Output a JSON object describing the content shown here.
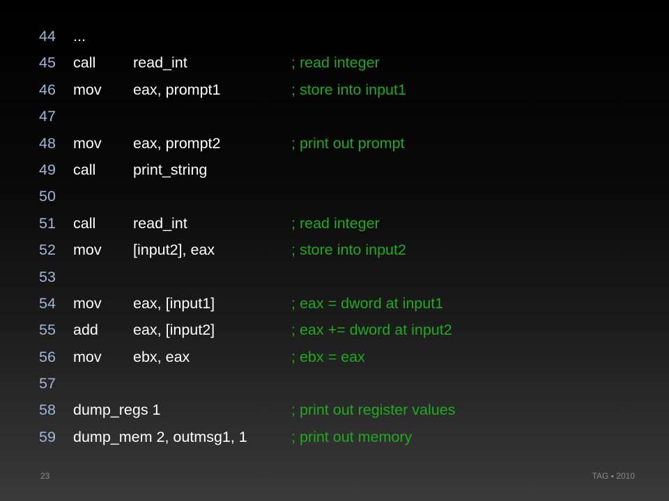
{
  "slide": {
    "lines": [
      {
        "num": "44",
        "mnemonic": "...",
        "operands": "",
        "comment": ""
      },
      {
        "num": "45",
        "mnemonic": "call",
        "operands": "read_int",
        "comment": "; read integer"
      },
      {
        "num": "46",
        "mnemonic": "mov",
        "operands": "eax, prompt1",
        "comment": "; store into input1"
      },
      {
        "num": "47",
        "mnemonic": "",
        "operands": "",
        "comment": ""
      },
      {
        "num": "48",
        "mnemonic": "mov",
        "operands": "eax, prompt2",
        "comment": "; print out prompt"
      },
      {
        "num": "49",
        "mnemonic": "call",
        "operands": "print_string",
        "comment": ""
      },
      {
        "num": "50",
        "mnemonic": "",
        "operands": "",
        "comment": ""
      },
      {
        "num": "51",
        "mnemonic": "call",
        "operands": "read_int",
        "comment": "; read integer"
      },
      {
        "num": "52",
        "mnemonic": "mov",
        "operands": "[input2], eax",
        "comment": "; store into input2"
      },
      {
        "num": "53",
        "mnemonic": "",
        "operands": "",
        "comment": ""
      },
      {
        "num": "54",
        "mnemonic": "mov",
        "operands": "eax, [input1]",
        "comment": "; eax = dword at input1"
      },
      {
        "num": "55",
        "mnemonic": "add",
        "operands": "eax, [input2]",
        "comment": "; eax += dword at input2"
      },
      {
        "num": "56",
        "mnemonic": "mov",
        "operands": "ebx, eax",
        "comment": "; ebx = eax"
      },
      {
        "num": "57",
        "mnemonic": "",
        "operands": "",
        "comment": ""
      },
      {
        "num": "58",
        "mnemonic": "dump_regs 1",
        "operands": "",
        "comment": "; print out register values"
      },
      {
        "num": "59",
        "mnemonic": "dump_mem 2, outmsg1, 1",
        "operands": "",
        "comment": "; print out memory"
      }
    ],
    "footer": {
      "page_number": "23",
      "credit": "TAG ▪ 2010"
    }
  },
  "colors": {
    "line_number": "#9fb6d8",
    "code": "#ffffff",
    "comment": "#1faa1f",
    "footer": "#8a8a8a"
  }
}
